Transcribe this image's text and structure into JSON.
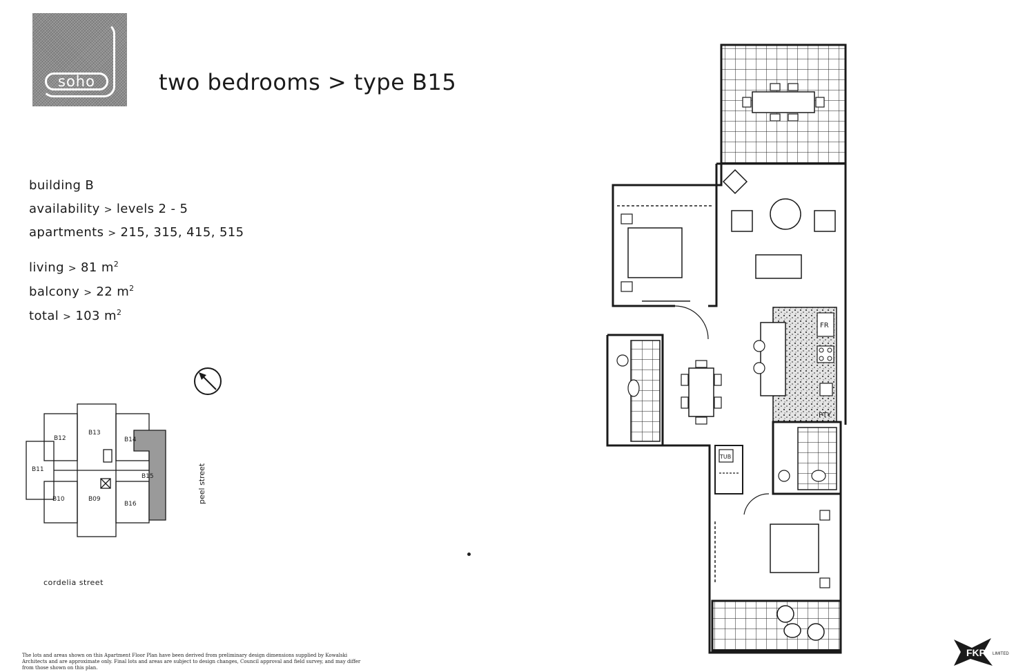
{
  "logo": {
    "text": "soho"
  },
  "header": {
    "title": "two bedrooms > type B15"
  },
  "details": {
    "building": "building B",
    "availability_label": "availability",
    "availability_value": "levels 2 - 5",
    "apartments_label": "apartments",
    "apartments_value": "215, 315, 415, 515",
    "living_label": "living",
    "living_value": "81 m",
    "balcony_label": "balcony",
    "balcony_value": "22 m",
    "total_label": "total",
    "total_value": "103 m",
    "area_unit_power": "2",
    "separator": ">"
  },
  "site_plan": {
    "units": [
      "B12",
      "B13",
      "B14",
      "B11",
      "B15",
      "B10",
      "B09",
      "B16"
    ],
    "highlighted_unit": "B15",
    "streets": {
      "east": "peel street",
      "south": "cordelia street"
    }
  },
  "floor_plan": {
    "labels": {
      "fridge": "FR",
      "pantry": "PTY",
      "tub": "TUB"
    }
  },
  "disclaimer": "The lots and areas shown on this Apartment Floor Plan have been derived from preliminary design dimensions supplied by Kowalski Architects and are approximate only. Final lots and areas are subject to design changes, Council approval and field survey, and may differ from those shown on this plan.",
  "developer": {
    "logo_text": "FKP",
    "suffix": "LIMITED"
  },
  "colors": {
    "logo_bg": "#8e8e8e",
    "highlight": "#9a9a9a",
    "ink": "#1a1a1a"
  }
}
